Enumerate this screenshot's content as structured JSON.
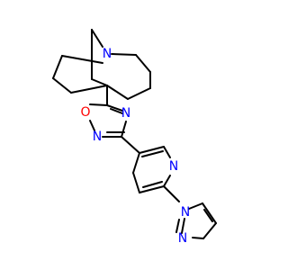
{
  "molecule": {
    "atoms": {
      "bicyclic_n": {
        "symbol": "N",
        "color": "#0000ff"
      },
      "oxadiazole_o": {
        "symbol": "O",
        "color": "#ff0000"
      },
      "oxadiazole_n4": {
        "symbol": "N",
        "color": "#0000ff"
      },
      "oxadiazole_n2": {
        "symbol": "N",
        "color": "#0000ff"
      },
      "pyridine_n": {
        "symbol": "N",
        "color": "#0000ff"
      },
      "pyrazole_n1": {
        "symbol": "N",
        "color": "#0000ff"
      },
      "pyrazole_n2": {
        "symbol": "N",
        "color": "#0000ff"
      }
    },
    "bond_color": "#000000"
  }
}
